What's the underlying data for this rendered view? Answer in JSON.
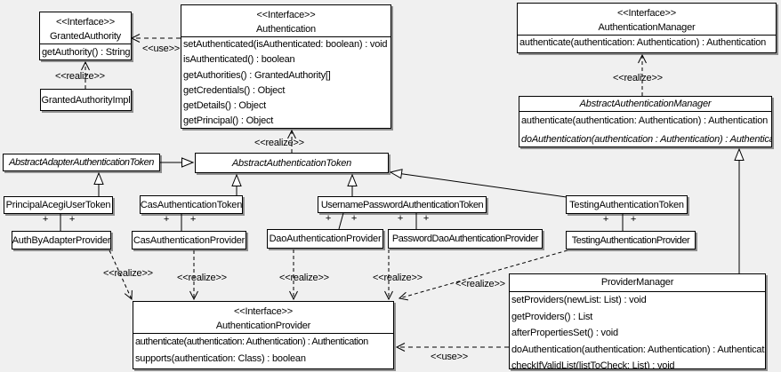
{
  "stereotype_interface": "<<Interface>>",
  "label_use": "<<use>>",
  "label_realize": "<<realize>>",
  "plus_sign": "+",
  "classes": {
    "granted_authority": {
      "stereotype": "<<Interface>>",
      "name": "GrantedAuthority",
      "methods": [
        "getAuthority() : String"
      ]
    },
    "granted_authority_impl": {
      "name": "GrantedAuthorityImpl"
    },
    "authentication": {
      "stereotype": "<<Interface>>",
      "name": "Authentication",
      "methods": [
        "setAuthenticated(isAuthenticated: boolean) : void",
        "isAuthenticated() : boolean",
        "getAuthorities() : GrantedAuthority[]",
        "getCredentials() : Object",
        "getDetails() : Object",
        "getPrincipal() : Object"
      ]
    },
    "authentication_manager": {
      "stereotype": "<<Interface>>",
      "name": "AuthenticationManager",
      "methods": [
        "authenticate(authentication: Authentication) : Authentication"
      ]
    },
    "abstract_authentication_manager": {
      "name": "AbstractAuthenticationManager",
      "methods": [
        "authenticate(authentication: Authentication) : Authentication",
        "doAuthentication(authentication : Authentication) : Authentication"
      ]
    },
    "abstract_adapter_authentication_token": {
      "name": "AbstractAdapterAuthenticationToken"
    },
    "abstract_authentication_token": {
      "name": "AbstractAuthenticationToken"
    },
    "principal_acegi_user_token": {
      "name": "PrincipalAcegiUserToken"
    },
    "cas_authentication_token": {
      "name": "CasAuthenticationToken"
    },
    "username_password_authentication_token": {
      "name": "UsernamePasswordAuthenticationToken"
    },
    "testing_authentication_token": {
      "name": "TestingAuthenticationToken"
    },
    "auth_by_adapter_provider": {
      "name": "AuthByAdapterProvider"
    },
    "cas_authentication_provider": {
      "name": "CasAuthenticationProvider"
    },
    "dao_authentication_provider": {
      "name": "DaoAuthenticationProvider"
    },
    "password_dao_authentication_provider": {
      "name": "PasswordDaoAuthenticationProvider"
    },
    "testing_authentication_provider": {
      "name": "TestingAuthenticationProvider"
    },
    "authentication_provider": {
      "stereotype": "<<Interface>>",
      "name": "AuthenticationProvider",
      "methods": [
        "authenticate(authentication: Authentication) : Authentication",
        "supports(authentication: Class) : boolean"
      ]
    },
    "provider_manager": {
      "name": "ProviderManager",
      "methods": [
        "setProviders(newList: List) : void",
        "getProviders() : List",
        "afterPropertiesSet() : void",
        "doAuthentication(authentication: Authentication) : Authentication",
        "checkIfValidList(listToCheck: List) : void"
      ]
    }
  },
  "edge_labels": [
    {
      "text": "<<use>>"
    },
    {
      "text": "<<realize>>"
    },
    {
      "text": "<<realize>>"
    },
    {
      "text": "<<realize>>"
    },
    {
      "text": "<<realize>>"
    },
    {
      "text": "<<realize>>"
    },
    {
      "text": "<<realize>>"
    },
    {
      "text": "<<realize>>"
    },
    {
      "text": "<<realize>>"
    },
    {
      "text": "<<use>>"
    }
  ],
  "colors": {
    "background": "#f0f0f0",
    "box_fill": "#ffffff",
    "line": "#000000",
    "shadow": "#8f8f8f"
  }
}
